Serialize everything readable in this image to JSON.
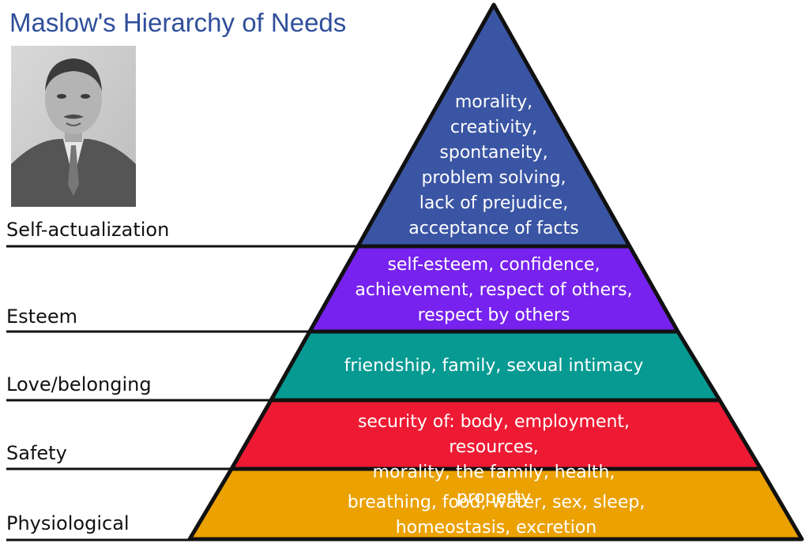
{
  "title": "Maslow's Hierarchy of Needs",
  "colors": {
    "title": "#2f4f9a",
    "outline": "#111111",
    "self_actualization": "#3a55a3",
    "esteem": "#7722ee",
    "love": "#069a92",
    "safety": "#ee1a33",
    "physiological": "#eba100"
  },
  "portrait": {
    "icon": "portrait-photo-icon"
  },
  "levels": [
    {
      "name": "Self-actualization",
      "text": "morality,\ncreativity,\nspontaneity,\nproblem solving,\nlack of prejudice,\nacceptance of facts",
      "color": "#3a55a3"
    },
    {
      "name": "Esteem",
      "text": "self-esteem, confidence,\nachievement, respect of others,\nrespect by others",
      "color": "#7722ee"
    },
    {
      "name": "Love/belonging",
      "text": "friendship, family, sexual intimacy",
      "color": "#069a92"
    },
    {
      "name": "Safety",
      "text": "security of: body, employment, resources,\nmorality, the family, health, property",
      "color": "#ee1a33"
    },
    {
      "name": "Physiological",
      "text": "breathing, food, water, sex, sleep, homeostasis, excretion",
      "color": "#eba100"
    }
  ]
}
